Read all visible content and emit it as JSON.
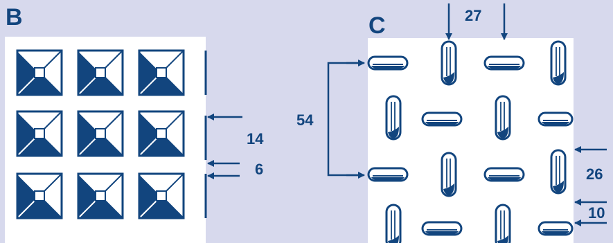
{
  "panels": [
    {
      "label": "B",
      "dimensions": [
        "14",
        "6"
      ],
      "pattern": "raised-pyramid-squares"
    },
    {
      "label": "C",
      "dimensions": [
        "27",
        "54",
        "26",
        "10"
      ],
      "pattern": "alternating-slotted-studs"
    }
  ],
  "colors": {
    "background": "#d7d9ed",
    "ink": "#12457e",
    "plate": "#ffffff"
  }
}
